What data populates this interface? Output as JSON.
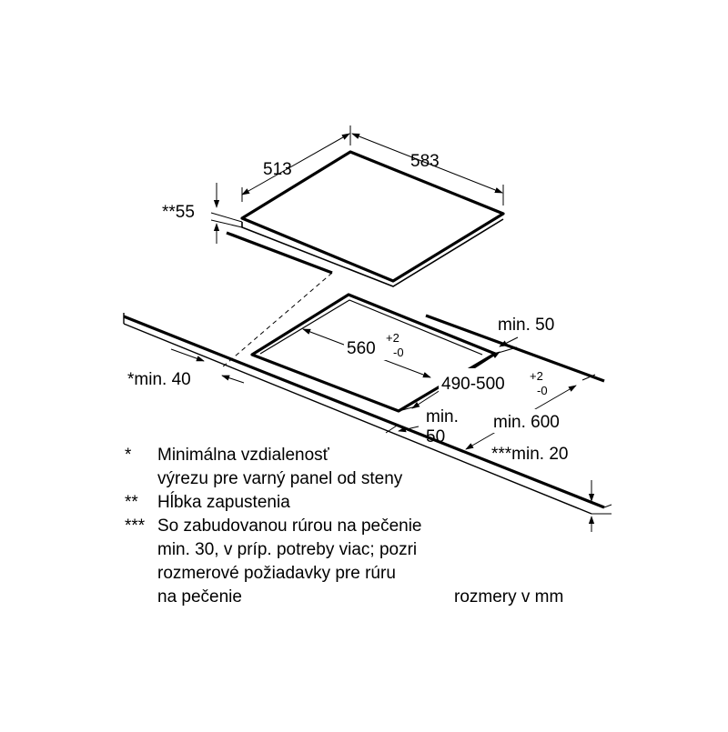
{
  "dimensions": {
    "hob_depth": "513",
    "hob_width": "583",
    "recess_depth": "**55",
    "cutout_width": "560",
    "cutout_width_tol_upper": "+2",
    "cutout_width_tol_lower": "-0",
    "cutout_depth": "490-500",
    "cutout_depth_tol_upper": "+2",
    "cutout_depth_tol_lower": "-0",
    "min_back": "min. 50",
    "min_side_left": "*min. 40",
    "min_front_line1": "min.",
    "min_front_line2": "50",
    "min_countertop": "min. 600",
    "min_thickness": "***min. 20"
  },
  "notes": [
    {
      "marker": "*",
      "lines": [
        "Minimálna vzdialenosť",
        "výrezu pre varný panel od steny"
      ]
    },
    {
      "marker": "**",
      "lines": [
        "Hĺbka zapustenia"
      ]
    },
    {
      "marker": "***",
      "lines": [
        "So  zabudovanou rúrou na pečenie",
        "min. 30, v príp. potreby viac; pozri",
        "rozmerové požiadavky pre rúru",
        "na pečenie"
      ]
    }
  ],
  "units_note": "rozmery v mm"
}
